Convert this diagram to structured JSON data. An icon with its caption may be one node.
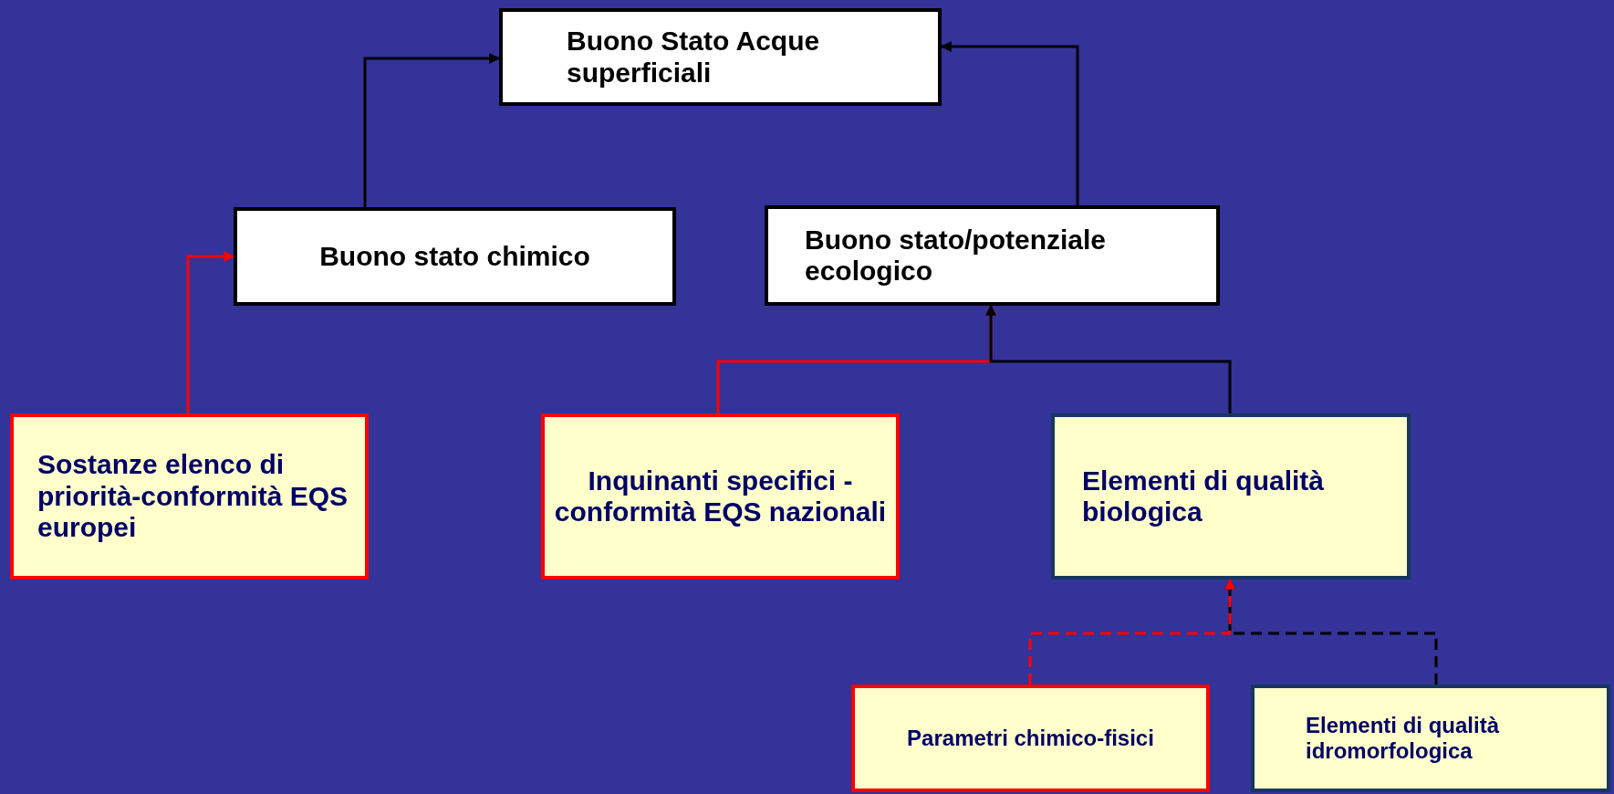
{
  "diagram": {
    "nodes": [
      {
        "text": [
          "Buono Stato Acque superficiali"
        ]
      },
      {
        "text": [
          "Buono stato chimico"
        ]
      },
      {
        "text": [
          "Buono stato/potenziale ecologico"
        ]
      },
      {
        "text": [
          "Sostanze elenco di priorità-conformità EQS europei"
        ]
      },
      {
        "text": [
          "Inquinanti specifici - conformità EQS nazionali"
        ]
      },
      {
        "text": [
          "Elementi di qualità biologica"
        ]
      },
      {
        "text": [
          "Parametri chimico-fisici"
        ]
      },
      {
        "text": [
          "Elementi di qualità idromorfologica"
        ]
      }
    ],
    "edges": [
      {
        "from": 1,
        "to": 0,
        "arrow": "to"
      },
      {
        "from": 2,
        "to": 0,
        "arrow": "to"
      },
      {
        "from": 3,
        "to": 1,
        "arrow": "to",
        "color": "#ff0000"
      },
      {
        "from": 4,
        "to": 2,
        "arrow": "to",
        "color": "#ff0000"
      },
      {
        "from": 5,
        "to": 2,
        "arrow": "to"
      },
      {
        "from": 6,
        "to": 5,
        "arrow": "to",
        "style": "dashed",
        "color": "#ff0000"
      },
      {
        "from": 7,
        "to": 5,
        "arrow": "to",
        "style": "dashed"
      }
    ]
  }
}
